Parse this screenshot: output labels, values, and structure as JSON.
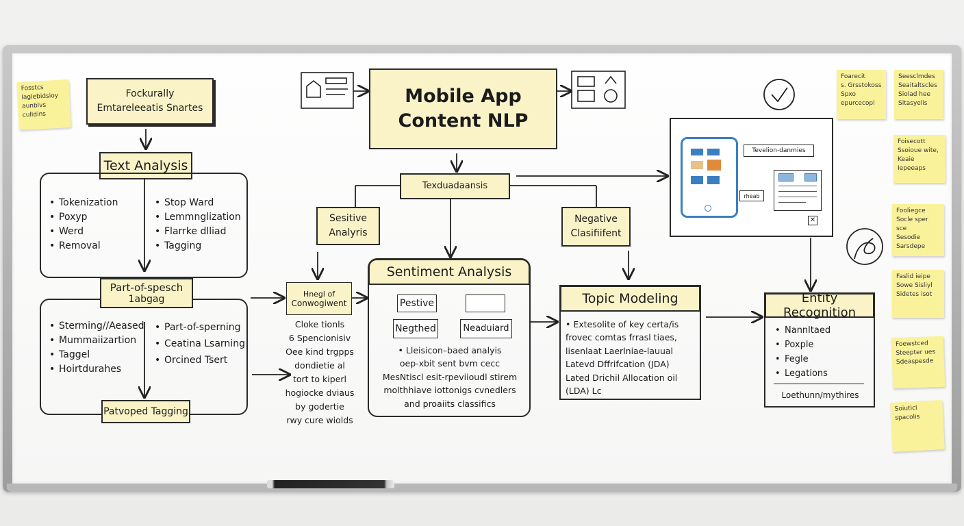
{
  "main": {
    "title_line1": "Mobile App",
    "title_line2": "Content NLP"
  },
  "top_left_box": {
    "line1": "Fockurally",
    "line2": "Emtareleeatis Snartes"
  },
  "text_analysis": {
    "title": "Text Analysis",
    "left_items": [
      "Tokenization",
      "Poxyp",
      "Werd",
      "Removal"
    ],
    "right_items": [
      "Stop Ward",
      "Lemmnglization",
      "Flarrke dlliad",
      "Tagging"
    ]
  },
  "pos_box": {
    "line1": "Part-of-spesch",
    "line2": "1abgag"
  },
  "lower_left": {
    "left_items": [
      "Sterming//Aeased",
      "Mummaiizartion",
      "Taggel",
      "Hoirtdurahes"
    ],
    "right_items": [
      "Part-of-sperning",
      "Ceatina Lsarning",
      "Orcined Tsert"
    ]
  },
  "patvoped_box": "Patvoped Tagging",
  "textual_box": "Texduadaansis",
  "sensitive_box": {
    "line1": "Sesitive",
    "line2": "Analyris"
  },
  "negative_box": {
    "line1": "Negative",
    "line2": "Clasifiifent"
  },
  "small_box": {
    "line1": "Hnegl of",
    "line2": "Conwogiwent"
  },
  "middle_text": [
    "Cloke tionls",
    "6 Spencionisiv",
    "Oee kind trgpps",
    "dondietie al",
    "tort to kiperl",
    "hogiocke dviaus",
    "by godertie",
    "rwy cure wiolds"
  ],
  "sentiment": {
    "title": "Sentiment Analysis",
    "chip1": "Pestive",
    "chip2": "Negthed",
    "chip3": "Neaduiard",
    "body": [
      "• Lleisicon–baed analyis",
      "oep-xbit sent bvm cecc",
      "MesNtiscl esit-rpeviioudl stirem",
      "molthhiave iottonigs cvnedlers",
      "and proaiits classifics"
    ]
  },
  "topic": {
    "title": "Topic Modeling",
    "body": [
      "• Extesolite of key certa/is",
      "frovec comtas frrasl tiaes,",
      "lisenlaat Laerlniae-lauual",
      "Latevd Dffrifcation (JDA)",
      "Lated Drichil Allocation oil",
      "(LDA) Lc"
    ]
  },
  "entity": {
    "title": "Entity Recognition",
    "items": [
      "Nannltaed",
      "Poxple",
      "Fegle",
      "Legations"
    ],
    "footer": "Loethunn/mythires"
  },
  "tablet_panel": {
    "label": "Tevelion-danmies",
    "label2": "rheab"
  },
  "stickies": {
    "top_left": [
      "Fosstcs",
      "laglebidsioy",
      "aunblvs",
      "culldins"
    ],
    "right": [
      [
        "Foarecit",
        "s. Grsstokoss",
        "Spxo epurcecopl"
      ],
      [
        "Seesclmdes",
        "Seaitaltscles",
        "Siolad hee",
        "Sitasyelis"
      ],
      [
        "Foisecott",
        "Ssoioue wite, Keaie",
        "Iepeeaps"
      ],
      [
        "Fooliegce",
        "Socle sper sce",
        "Sesodie Sarsdepe"
      ],
      [
        "Faslid ieipe",
        "Sowe Sisliyl",
        "Sidetes isot"
      ],
      [
        "Foewstced",
        "Steepter ues",
        "Sdeaspesde"
      ],
      [
        "Soiuticl spacolis"
      ]
    ]
  },
  "colors": {
    "sticky_yellow": "#faf29a",
    "box_yellow": "#faf3c8",
    "ink": "#1b1b1b",
    "tablet_blue": "#3b7fc1",
    "tablet_orange": "#e08a3c"
  }
}
